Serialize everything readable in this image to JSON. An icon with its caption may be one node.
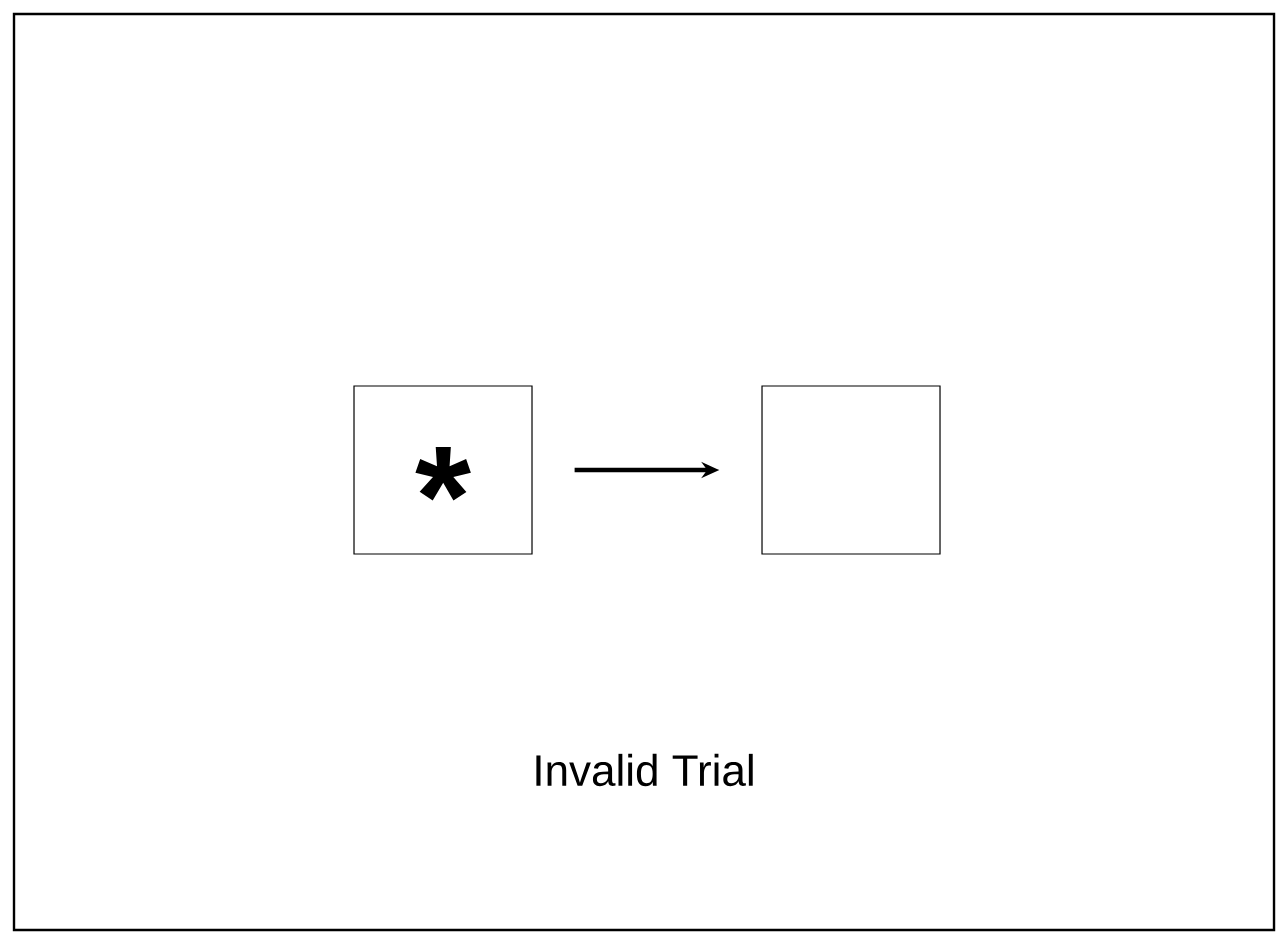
{
  "diagram": {
    "nodes": [
      {
        "text": [
          "*"
        ]
      },
      {
        "text": [],
        "shape": "box"
      }
    ],
    "edges": [
      {
        "from": 0,
        "to": 1,
        "arrow": "to"
      }
    ],
    "labels": [
      "Invalid Trial"
    ]
  }
}
